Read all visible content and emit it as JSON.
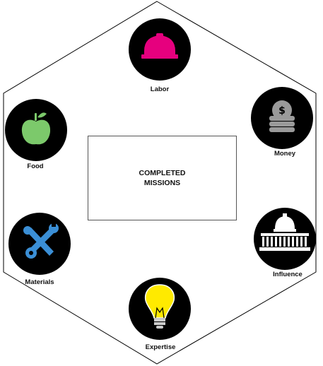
{
  "center": {
    "title": "COMPLETED MISSIONS"
  },
  "resources": [
    {
      "id": "labor",
      "label": "Labor",
      "icon": "hard-hat-icon",
      "color": "#e6007e"
    },
    {
      "id": "money",
      "label": "Money",
      "icon": "coin-stack-icon",
      "color": "#9a9a9a"
    },
    {
      "id": "influence",
      "label": "Influence",
      "icon": "capitol-building-icon",
      "color": "#ffffff"
    },
    {
      "id": "expertise",
      "label": "Expertise",
      "icon": "light-bulb-icon",
      "color": "#ffea00"
    },
    {
      "id": "materials",
      "label": "Materials",
      "icon": "wrench-screwdriver-icon",
      "color": "#3b8fd6"
    },
    {
      "id": "food",
      "label": "Food",
      "icon": "apple-icon",
      "color": "#7cc96b"
    }
  ],
  "colors": {
    "node_fill": "#000000",
    "outline": "#000000"
  }
}
